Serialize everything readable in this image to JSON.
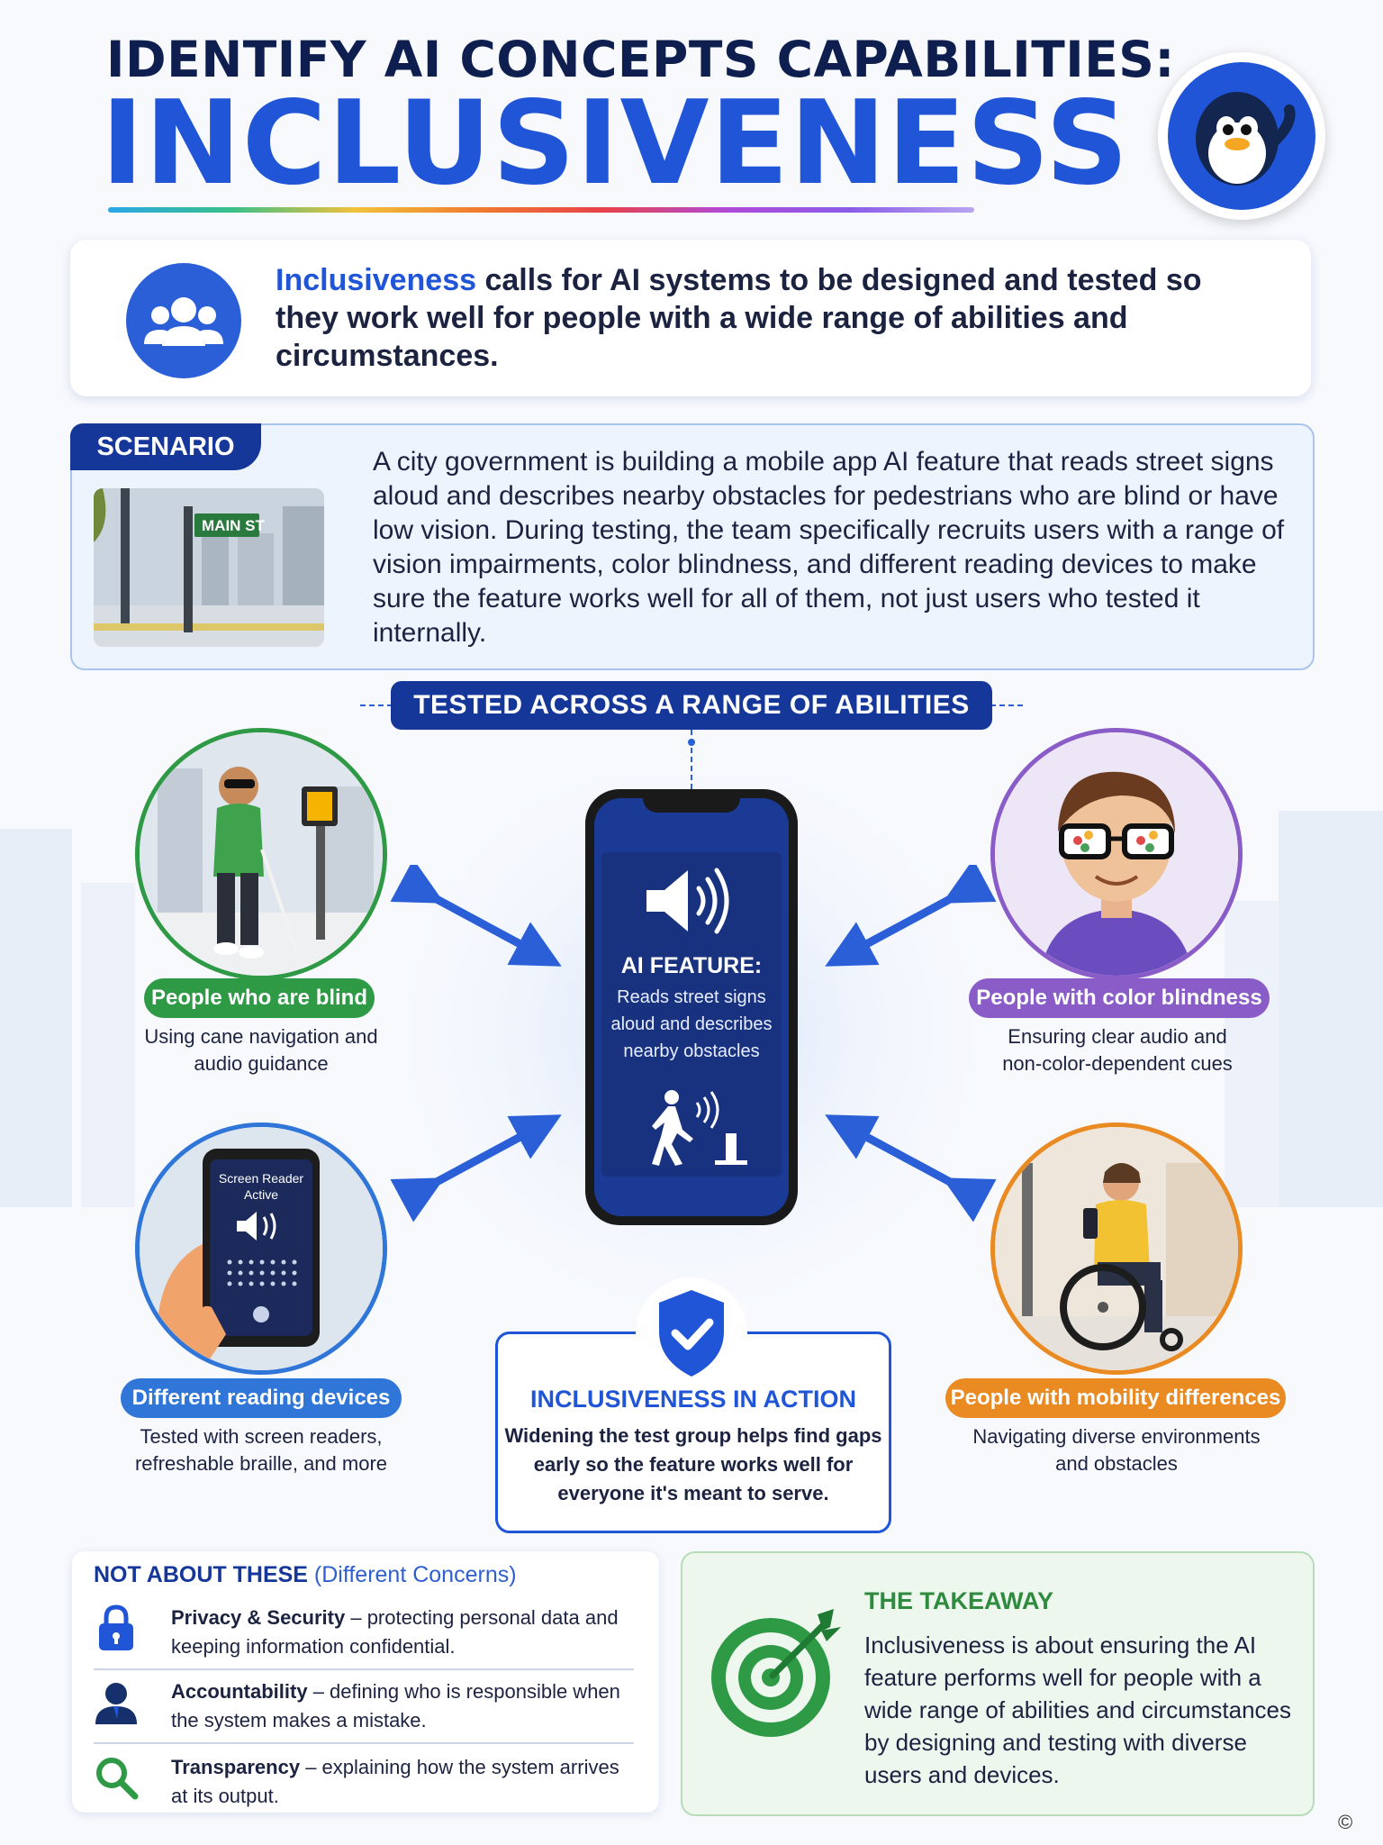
{
  "header": {
    "title_line1": "IDENTIFY AI CONCEPTS CAPABILITIES:",
    "title_line2": "INCLUSIVENESS"
  },
  "definition": {
    "highlight": "Inclusiveness",
    "text": " calls for AI systems to be designed and tested so they work well for people with a wide range of abilities and circumstances."
  },
  "scenario": {
    "tag": "SCENARIO",
    "sign_text": "MAIN ST",
    "text": "A city government is building a mobile app AI feature that reads street signs aloud and describes nearby obstacles for pedestrians who are blind or have low vision. During testing, the team specifically recruits users with a range of vision impairments, color blindness, and different reading devices to make sure the feature works well for all of them, not just users who tested it internally."
  },
  "banner": "TESTED ACROSS A RANGE OF ABILITIES",
  "phone": {
    "label": "AI FEATURE:",
    "desc": "Reads street signs aloud and describes nearby obstacles"
  },
  "groups": {
    "blind": {
      "label": "People who are blind",
      "desc": "Using cane navigation and audio guidance",
      "color": "#2e9a45"
    },
    "color": {
      "label": "People with color blindness",
      "desc": "Ensuring clear audio and non-color-dependent cues",
      "color": "#8a5cc8"
    },
    "devices": {
      "label": "Different reading devices",
      "desc": "Tested with screen readers, refreshable braille, and more",
      "color": "#2f76d8",
      "screen_text": "Screen Reader Active"
    },
    "mobility": {
      "label": "People with mobility differences",
      "desc": "Navigating diverse environments and obstacles",
      "color": "#ea8a22"
    }
  },
  "action": {
    "title": "INCLUSIVENESS IN ACTION",
    "desc": "Widening the test group helps find gaps early so the feature works well for everyone it's meant to serve."
  },
  "not_about": {
    "title": "NOT ABOUT THESE",
    "subtitle": "(Different Concerns)",
    "items": [
      {
        "name": "Privacy & Security",
        "desc": " – protecting personal data and keeping information confidential.",
        "icon": "lock-icon"
      },
      {
        "name": "Accountability",
        "desc": " – defining who is responsible when the system makes a mistake.",
        "icon": "person-icon"
      },
      {
        "name": "Transparency",
        "desc": " – explaining how the system arrives at its output.",
        "icon": "magnifier-icon"
      }
    ]
  },
  "takeaway": {
    "title": "THE TAKEAWAY",
    "desc": "Inclusiveness is about ensuring the AI feature performs well for people with a wide range of abilities and circumstances by designing and testing with diverse users and devices."
  },
  "copyright": "©"
}
